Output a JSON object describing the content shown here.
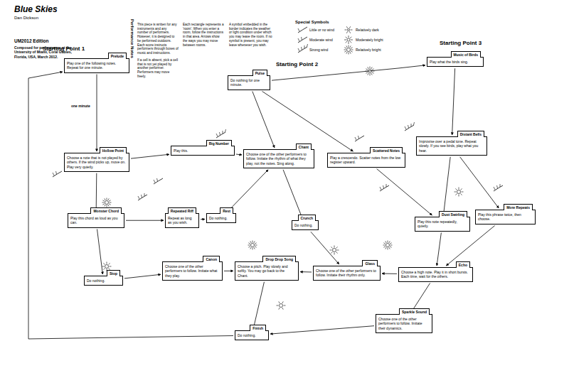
{
  "diagram": {
    "title": "Blue Skies",
    "nodes": [
      {
        "text": [
          "Prelude",
          "Play one of the following notes. Repeat for one minute."
        ]
      },
      {
        "text": [
          "Hollow Point",
          "Choose a note that is not played by others. If the wind picks up, move on. Play very quietly."
        ]
      },
      {
        "text": [
          "Monster Chord",
          "Play this chord as loud as you can."
        ]
      },
      {
        "text": [
          "Stop",
          "Do nothing."
        ]
      },
      {
        "text": [
          "Repeated Riff",
          "Repeat as long as you wish."
        ]
      },
      {
        "text": [
          "Big Number",
          "Play this."
        ]
      },
      {
        "text": [
          "Rest",
          "Do nothing."
        ]
      },
      {
        "text": [
          "Canon",
          "Choose one of the other performers to follow. Imitate what they play."
        ]
      },
      {
        "text": [
          "Chant",
          "Choose one of the other performers to follow. Imitate the rhythm of what they play, not the notes. Sing along."
        ]
      },
      {
        "text": [
          "Pulse",
          "Do nothing for one minute."
        ]
      },
      {
        "text": [
          "Drop Drop Song",
          "Choose a pitch. Play slowly and softly. You may go back to the Chant."
        ]
      },
      {
        "text": [
          "Scattered Notes",
          "Play a crescendo. Scatter notes from the low register upward."
        ]
      },
      {
        "text": [
          "Crunch",
          "Do nothing."
        ]
      },
      {
        "text": [
          "Glass",
          "Choose one of the other performers to follow. Imitate their rhythm only."
        ]
      },
      {
        "text": [
          "Echo",
          "Choose a high note. Play it in short bursts. Each time, wait for the others."
        ]
      },
      {
        "text": [
          "Dust Swirling",
          "Play this note repeatedly, quietly."
        ]
      },
      {
        "text": [
          "Distant Bells",
          "Improvise over a pedal tone. Repeat slowly. If you see birds, play what you hear."
        ]
      },
      {
        "text": [
          "Music of Birds",
          "Play what the birds sing."
        ]
      },
      {
        "text": [
          "More Repeats",
          "Play this phrase twice, then choose."
        ]
      },
      {
        "text": [
          "Sparkle Sound",
          "Choose one of the other performers to follow. Imitate their dynamics."
        ]
      },
      {
        "text": [
          "Finish",
          "Do nothing."
        ]
      }
    ],
    "edges": [
      {
        "from": 0,
        "to": 1,
        "arrow": "to"
      },
      {
        "from": 1,
        "to": 2,
        "arrow": "to"
      },
      {
        "from": 2,
        "to": 3,
        "arrow": "to"
      },
      {
        "from": 1,
        "to": 5,
        "arrow": "to"
      },
      {
        "from": 2,
        "to": 4,
        "arrow": "to"
      },
      {
        "from": 4,
        "to": 6,
        "arrow": "to"
      },
      {
        "from": 6,
        "to": 8,
        "arrow": "to"
      },
      {
        "from": 5,
        "to": 8,
        "arrow": "to"
      },
      {
        "from": 9,
        "to": 8,
        "arrow": "to"
      },
      {
        "from": 7,
        "to": 10,
        "arrow": "to"
      },
      {
        "from": 3,
        "to": 7,
        "arrow": "to"
      },
      {
        "from": 8,
        "to": 12,
        "arrow": "to"
      },
      {
        "from": 13,
        "to": 10,
        "arrow": "to"
      },
      {
        "from": 10,
        "to": 20,
        "arrow": "to"
      },
      {
        "from": 20,
        "to": 0,
        "arrow": "to"
      },
      {
        "from": 9,
        "to": 11,
        "arrow": "to"
      },
      {
        "from": 11,
        "to": 15,
        "arrow": "to"
      },
      {
        "from": 17,
        "to": 16,
        "arrow": "to"
      },
      {
        "from": 16,
        "to": 15,
        "arrow": "to"
      },
      {
        "from": 16,
        "to": 18,
        "arrow": "to"
      },
      {
        "from": 18,
        "to": 14,
        "arrow": "to"
      },
      {
        "from": 15,
        "to": 14,
        "arrow": "to"
      },
      {
        "from": 14,
        "to": 13,
        "arrow": "to"
      },
      {
        "from": 14,
        "to": 19,
        "arrow": "to"
      },
      {
        "from": 19,
        "to": 20,
        "arrow": "to"
      },
      {
        "from": 12,
        "to": 13,
        "arrow": "to"
      },
      {
        "from": 9,
        "to": 17,
        "arrow": "to"
      }
    ],
    "labels": [
      "Dan Dickson",
      "UM2012 Edition",
      "Composed for performance at the University of Miami, Coral Gables, Florida, USA, March 2012.",
      "Performance Notes",
      "This piece is written for any instruments and any number of performers. However, it is designed to be performed outdoors. Each score instructs performers through boxes of music and instructions.",
      "Each rectangle represents a 'room'. When you enter a room, follow the instructions in that area. Arrows show the ways you may move between rooms.",
      "If a cell is absent, pick a cell that is not yet played by another performer. Performers may move freely.",
      "A symbol embedded in the border indicates the weather or light condition under which you may leave the room. If no symbol is present, you may leave whenever you wish.",
      "Special Symbols",
      "Starting Point 1",
      "Starting Point 2",
      "Starting Point 3",
      "one minute"
    ],
    "legend": [
      {
        "text": "Little or no wind"
      },
      {
        "text": "Moderate wind"
      },
      {
        "text": "Strong wind"
      },
      {
        "text": "Relatively dark"
      },
      {
        "text": "Moderately bright"
      },
      {
        "text": "Relatively bright"
      }
    ]
  }
}
